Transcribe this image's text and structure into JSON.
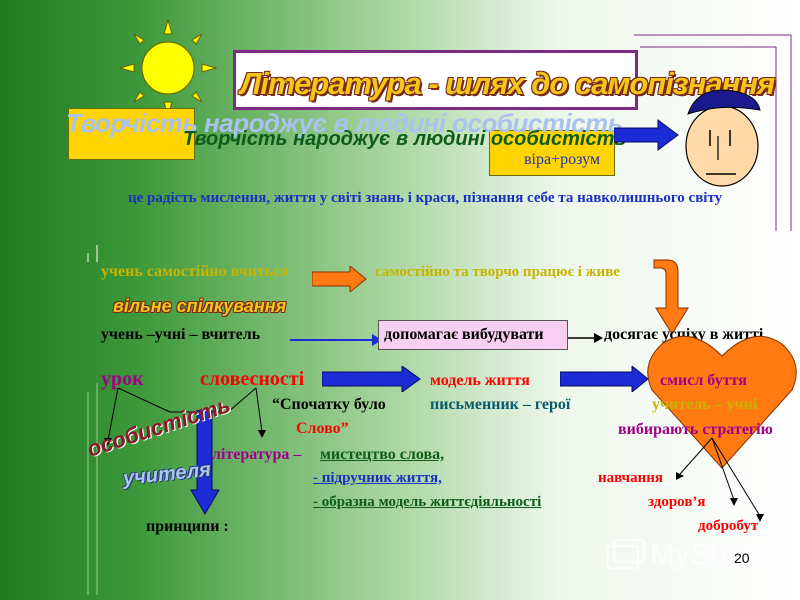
{
  "title": "Література - шлях до самопізнання",
  "subtitle_shadow": "Творчість народжує в людині особистість",
  "subtitle": "Творчість народжує в людині особистість",
  "box_label": "віра+розум",
  "description": "це радість мислення, життя у світі знань і краси, пізнання себе та навколишнього світу",
  "row1": {
    "left": "учень самостійно вчиться",
    "right": "самостійно та творчо працює і живе"
  },
  "free_communication": "вільне спілкування",
  "row2": {
    "left": "учень –учні – вчитель",
    "box": "допомагає вибудувати",
    "right": "досягає успіху в житті"
  },
  "row3": {
    "lesson": "урок",
    "verbal": "словесності",
    "model": "модель життя",
    "meaning": "смисл буття"
  },
  "quote": {
    "line1": "“Спочатку було",
    "line2": "Слово”"
  },
  "writer_hero": "письменник – герої",
  "teacher_students": "учитель – учні",
  "choose_strategy": "вибирають стратегію",
  "literature": {
    "label": "література –",
    "item1": "мистецтво слова,",
    "item2": "- підручник життя,",
    "item3": "- образна модель життєдіяльності"
  },
  "outcomes": [
    "навчання",
    "здоров’я",
    "добробут"
  ],
  "personality": "особистість",
  "teacher_gen": "учителя",
  "principles": "принципи :",
  "page_number": "20",
  "watermark": "MyShared",
  "colors": {
    "yellow": "#ffd400",
    "orange": "#ff7a10",
    "blue": "#1b2bd6",
    "red": "#ff0000",
    "purple": "#a0008a",
    "teal": "#0a5a6b",
    "brown": "#7a2a17"
  }
}
